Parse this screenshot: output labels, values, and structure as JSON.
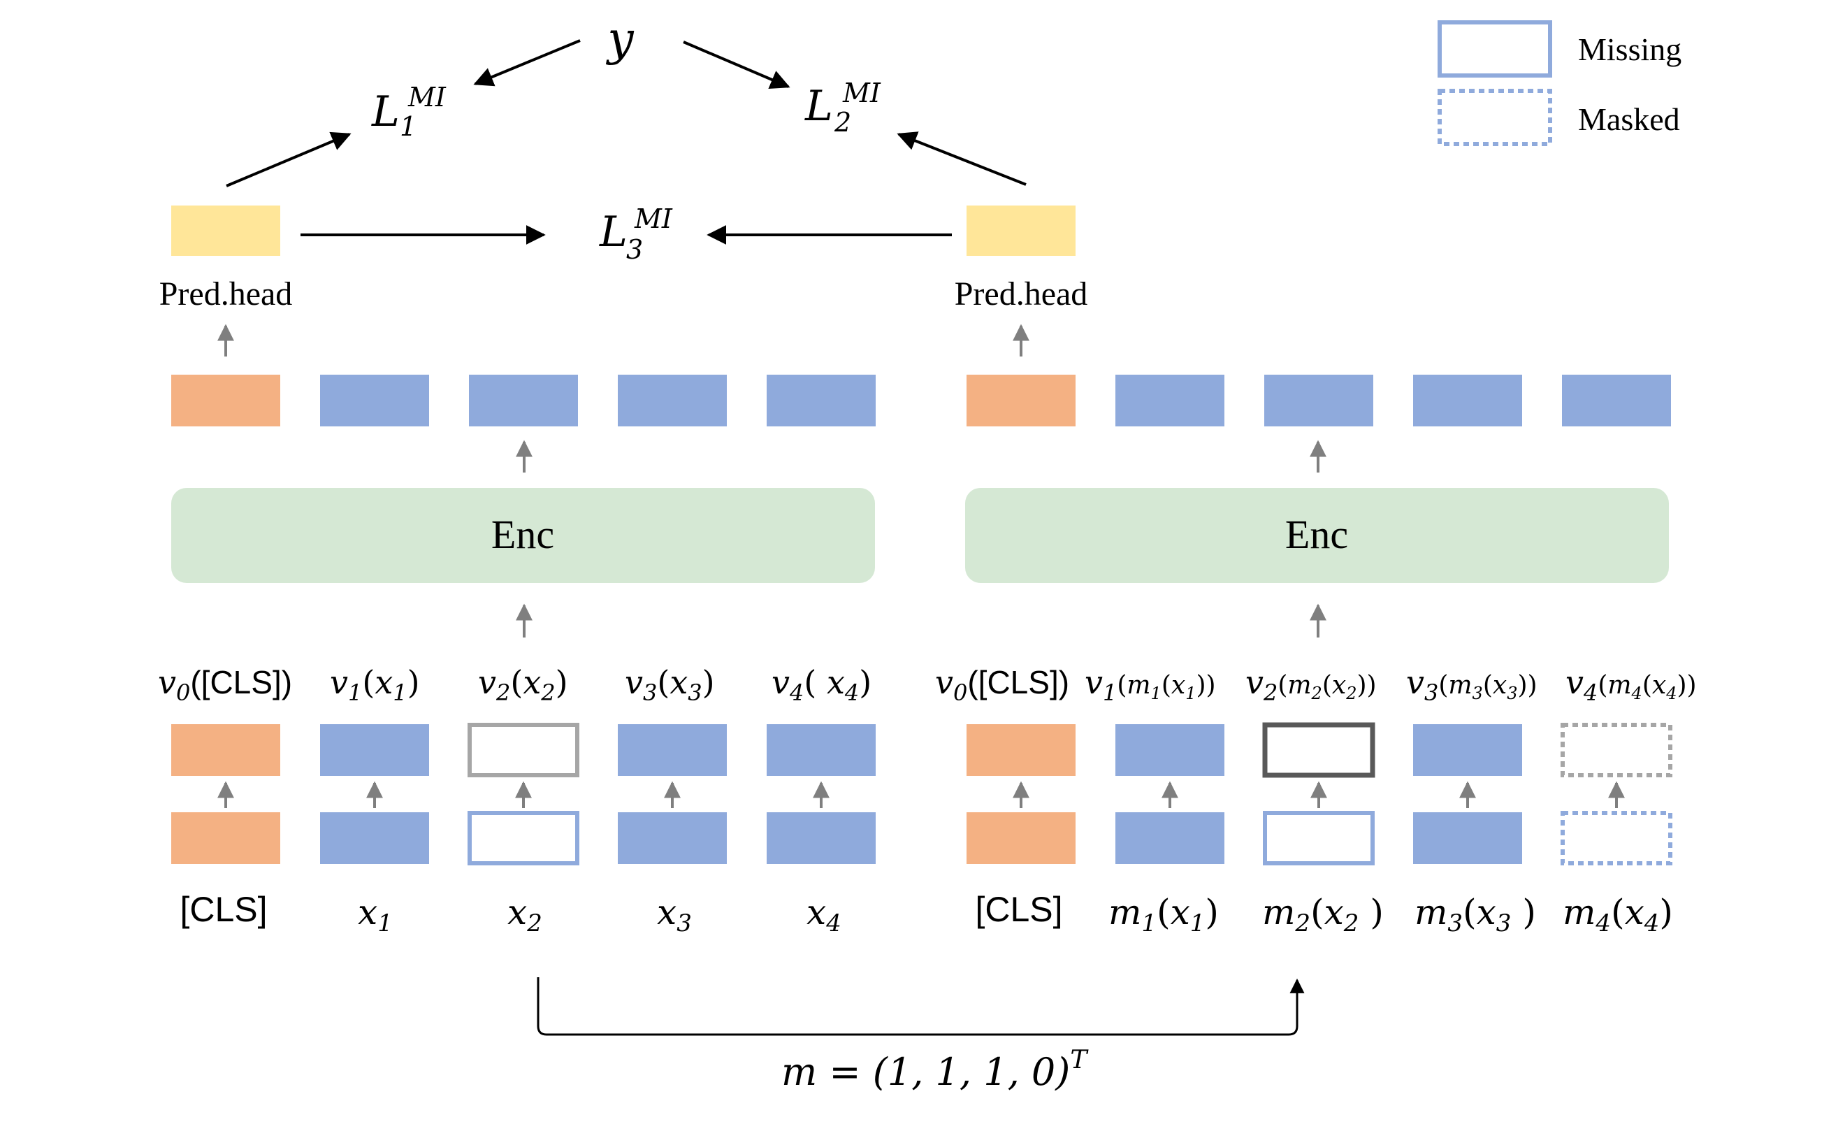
{
  "legend": {
    "missing": "Missing",
    "masked": "Masked"
  },
  "top": {
    "y": "y",
    "L1": "1",
    "L2": "2",
    "L3": "3",
    "sup": "MI",
    "L": "L"
  },
  "pred_head": "Pred.head",
  "enc": "Enc",
  "left": {
    "v_labels": [
      {
        "v": "v",
        "sub": "0",
        "arg": "([CLS])"
      },
      {
        "v": "v",
        "sub": "1",
        "argv": "x",
        "argsub": "1"
      },
      {
        "v": "v",
        "sub": "2",
        "argv": "x",
        "argsub": "2"
      },
      {
        "v": "v",
        "sub": "3",
        "argv": "x",
        "argsub": "3"
      },
      {
        "v": "v",
        "sub": "4",
        "argv": "x",
        "argsub": "4"
      }
    ],
    "inputs": [
      "[CLS]",
      "x",
      "x",
      "x",
      "x"
    ],
    "input_subs": [
      "",
      "1",
      "2",
      "3",
      "4"
    ]
  },
  "right": {
    "v_labels": [
      {
        "v": "v",
        "sub": "0",
        "arg": "([CLS])"
      },
      {
        "v": "v",
        "sub": "1",
        "m": "m",
        "msub": "1",
        "argv": "x",
        "argsub": "1"
      },
      {
        "v": "v",
        "sub": "2",
        "m": "m",
        "msub": "2",
        "argv": "x",
        "argsub": "2"
      },
      {
        "v": "v",
        "sub": "3",
        "m": "m",
        "msub": "3",
        "argv": "x",
        "argsub": "3"
      },
      {
        "v": "v",
        "sub": "4",
        "m": "m",
        "msub": "4",
        "argv": "x",
        "argsub": "4"
      }
    ],
    "inputs": [
      "[CLS]",
      "m",
      "m",
      "m",
      "m"
    ],
    "input_subs": [
      "",
      "1",
      "2",
      "3",
      "4"
    ],
    "input_args": [
      "",
      "x",
      "x",
      "x",
      "x"
    ]
  },
  "mask_vector": "m = (1, 1, 1, 0)",
  "mask_vector_sup": "T",
  "colors": {
    "cls": "#f4b183",
    "token": "#8faadc",
    "enc": "#d5e8d4",
    "head": "#ffe699",
    "arrow": "#7f7f7f",
    "missing_border": "#8faadc",
    "masked_border": "#8faadc"
  }
}
